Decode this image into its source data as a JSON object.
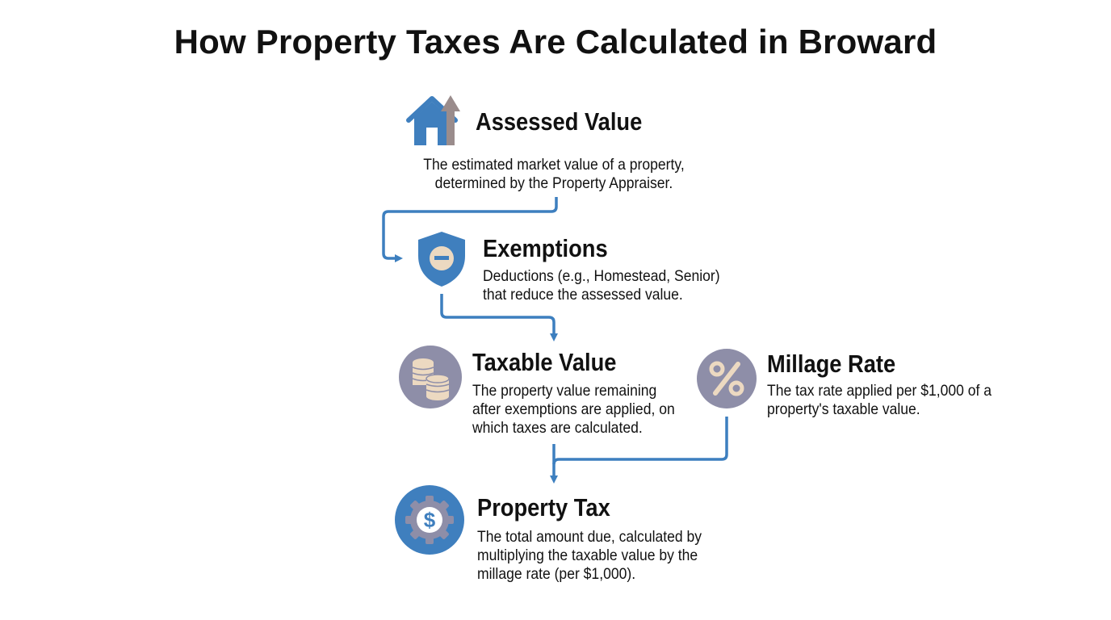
{
  "title": "How Property Taxes Are Calculated in Broward",
  "steps": {
    "assessed": {
      "heading": "Assessed Value",
      "lines": [
        "The estimated market value of a property,",
        "determined by the Property Appraiser."
      ],
      "icon": "house-up-arrow-icon"
    },
    "exemptions": {
      "heading": "Exemptions",
      "lines": [
        "Deductions (e.g., Homestead, Senior)",
        "that reduce the assessed value."
      ],
      "icon": "shield-minus-icon"
    },
    "taxable": {
      "heading": "Taxable Value",
      "lines": [
        "The property value remaining",
        "after exemptions are applied, on",
        "which taxes are calculated."
      ],
      "icon": "coins-stack-icon"
    },
    "millage": {
      "heading": "Millage Rate",
      "lines": [
        "The tax rate applied per $1,000 of a",
        "property's taxable value."
      ],
      "icon": "percent-icon"
    },
    "propertytax": {
      "heading": "Property Tax",
      "lines": [
        "The total amount due, calculated by",
        "multiplying the taxable value by the",
        "millage rate (per $1,000)."
      ],
      "icon": "dollar-gear-icon"
    }
  },
  "colors": {
    "arrow": "#3d7fbf",
    "blue_icon": "#3f7fbe",
    "gray_icon": "#8e8ea8",
    "beige": "#ecd9c1"
  }
}
